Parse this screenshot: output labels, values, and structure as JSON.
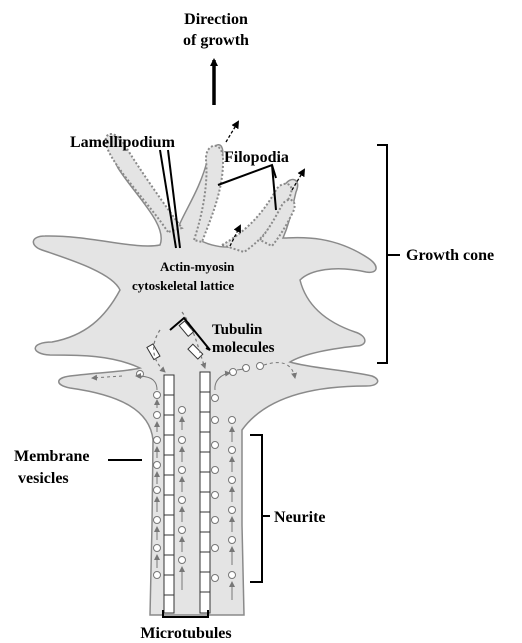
{
  "labels": {
    "direction_line1": "Direction",
    "direction_line2": "of growth",
    "lamellipodium": "Lamellipodium",
    "filopodia": "Filopodia",
    "actin_line1": "Actin-myosin",
    "actin_line2": "cytoskeletal lattice",
    "tubulin_line1": "Tubulin",
    "tubulin_line2": "molecules",
    "growth_cone": "Growth cone",
    "membrane_line1": "Membrane",
    "membrane_line2": "vesicles",
    "neurite": "Neurite",
    "microtubules": "Microtubules"
  },
  "colors": {
    "cell_fill": "#e4e4e4",
    "outline": "#8a8a8a",
    "ink": "#000000"
  }
}
